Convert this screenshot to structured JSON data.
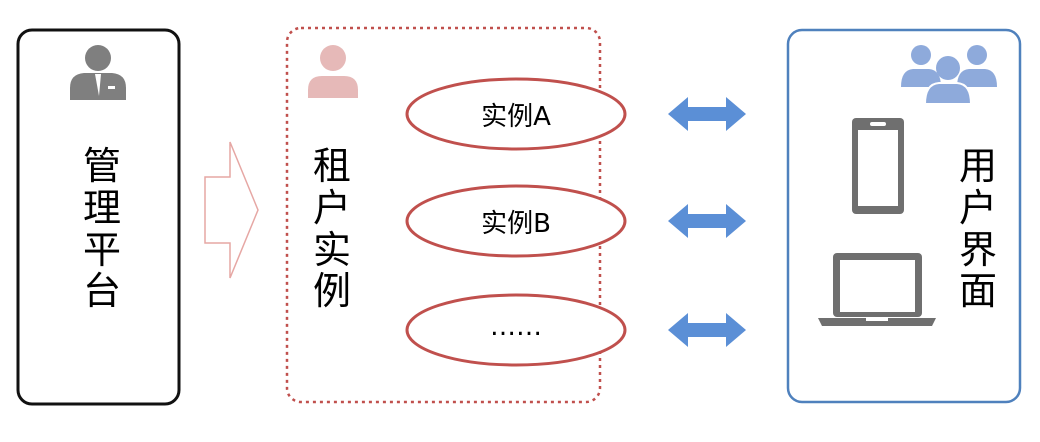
{
  "admin": {
    "title": "管理平台"
  },
  "tenant": {
    "title": "租户实例"
  },
  "instances": [
    {
      "label": "实例A"
    },
    {
      "label": "实例B"
    },
    {
      "label": "……"
    }
  ],
  "user": {
    "title": "用户界面"
  },
  "colors": {
    "admin_border": "#111111",
    "admin_icon": "#7f7f7f",
    "tenant_border": "#c0504d",
    "tenant_icon": "#e6b9b8",
    "flow_arrow": "#e6a7a4",
    "ellipse_border": "#c0504d",
    "user_border": "#4f81bd",
    "user_icon": "#8eaadb",
    "device_icon": "#6f6f6f",
    "double_arrow": "#5b8fd6"
  },
  "icons": [
    "businessman-icon",
    "person-icon",
    "group-icon",
    "phone-icon",
    "laptop-icon",
    "arrow-right-outline-icon",
    "double-arrow-icon"
  ]
}
